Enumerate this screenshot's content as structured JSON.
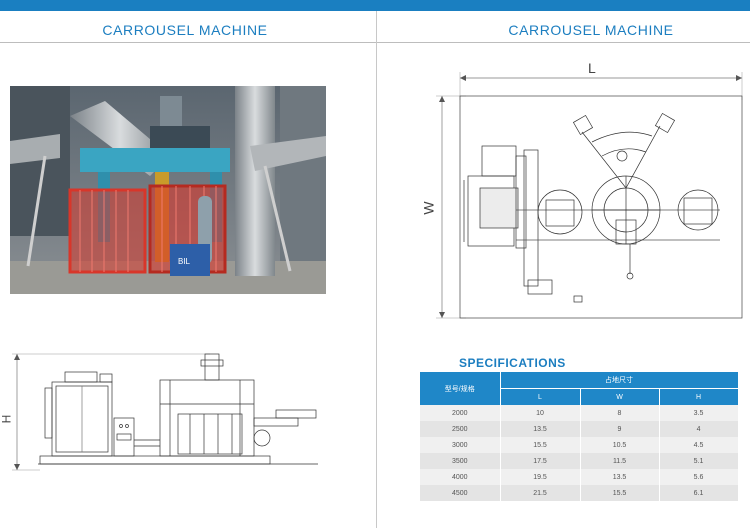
{
  "left_page": {
    "title": "CARROUSEL MACHINE"
  },
  "right_page": {
    "title": "CARROUSEL MACHINE",
    "dimension_labels": {
      "length": "L",
      "width": "W"
    }
  },
  "side_view": {
    "height_label": "H"
  },
  "photo": {
    "sign_text": "BIL"
  },
  "specs": {
    "title": "SPECIFICATIONS",
    "model_header": "型号/规格",
    "group_header": "占地尺寸",
    "sub_headers": [
      "L",
      "W",
      "H"
    ],
    "rows": [
      {
        "model": "2000",
        "L": "10",
        "W": "8",
        "H": "3.5"
      },
      {
        "model": "2500",
        "L": "13.5",
        "W": "9",
        "H": "4"
      },
      {
        "model": "3000",
        "L": "15.5",
        "W": "10.5",
        "H": "4.5"
      },
      {
        "model": "3500",
        "L": "17.5",
        "W": "11.5",
        "H": "5.1"
      },
      {
        "model": "4000",
        "L": "19.5",
        "W": "13.5",
        "H": "5.6"
      },
      {
        "model": "4500",
        "L": "21.5",
        "W": "15.5",
        "H": "6.1"
      }
    ]
  },
  "colors": {
    "brand_blue": "#1c7ec0",
    "header_blue": "#1f87c8",
    "machine_red": "#d8362a",
    "machine_cyan": "#3aa5c2"
  }
}
